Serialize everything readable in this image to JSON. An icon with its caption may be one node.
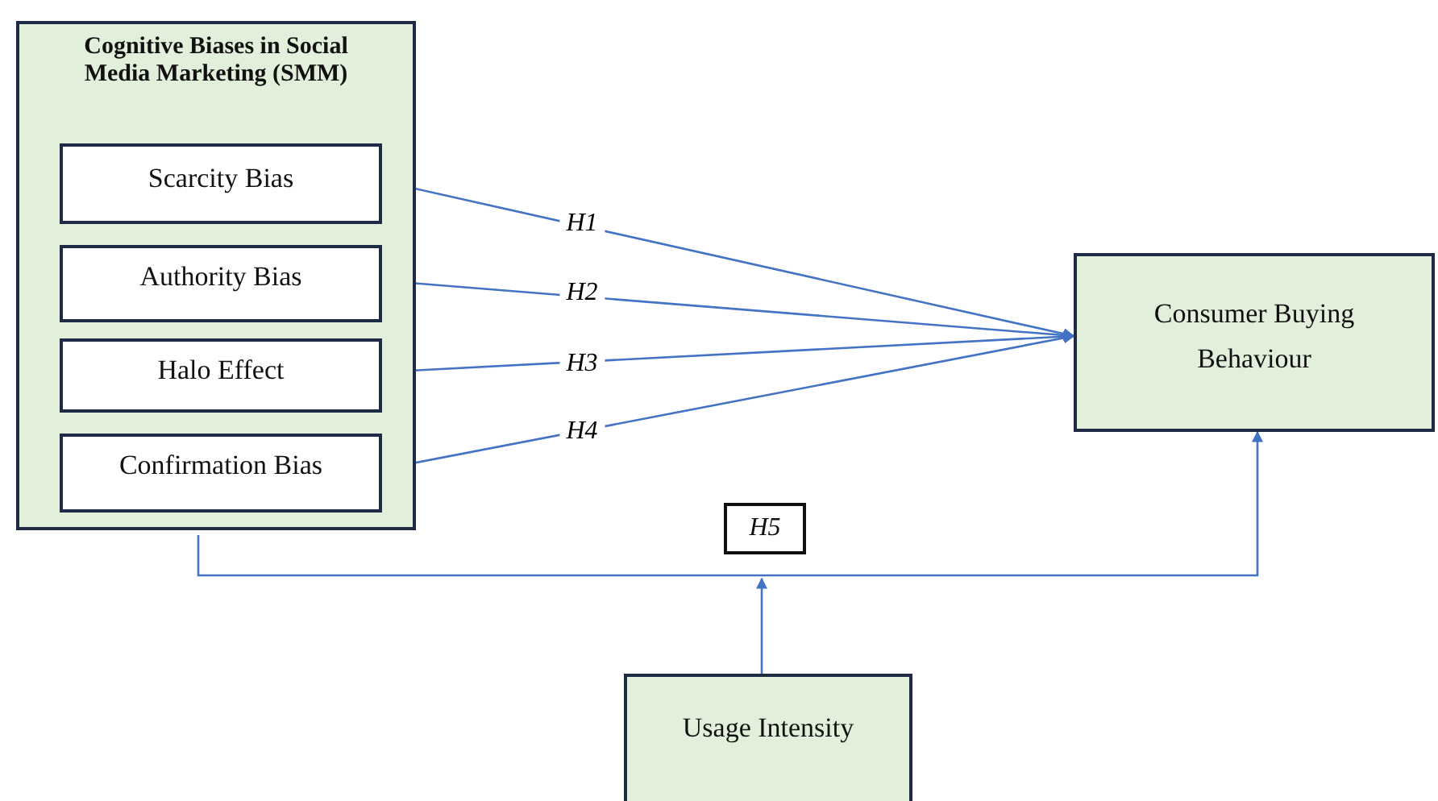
{
  "diagram": {
    "nodes": [
      {
        "text": [
          "Cognitive Biases in Social Media Marketing (SMM)"
        ]
      },
      {
        "text": [
          "Scarcity Bias"
        ],
        "in": 0
      },
      {
        "text": [
          "Authority Bias"
        ],
        "in": 0
      },
      {
        "text": [
          "Halo Effect"
        ],
        "in": 0
      },
      {
        "text": [
          "Confirmation Bias"
        ],
        "in": 0
      },
      {
        "text": [
          "Consumer Buying Behaviour"
        ]
      },
      {
        "text": [
          "Usage Intensity"
        ]
      },
      {
        "text": [
          "H5"
        ]
      }
    ],
    "edges": [
      {
        "from": 1,
        "to": 5,
        "arrow": "to",
        "label": "H1"
      },
      {
        "from": 2,
        "to": 5,
        "arrow": "to",
        "label": "H2"
      },
      {
        "from": 3,
        "to": 5,
        "arrow": "to",
        "label": "H3"
      },
      {
        "from": 4,
        "to": 5,
        "arrow": "to",
        "label": "H4"
      },
      {
        "from": 0,
        "to": 5,
        "arrow": "to"
      },
      {
        "from": 6,
        "to": 7,
        "arrow": "to"
      }
    ]
  }
}
